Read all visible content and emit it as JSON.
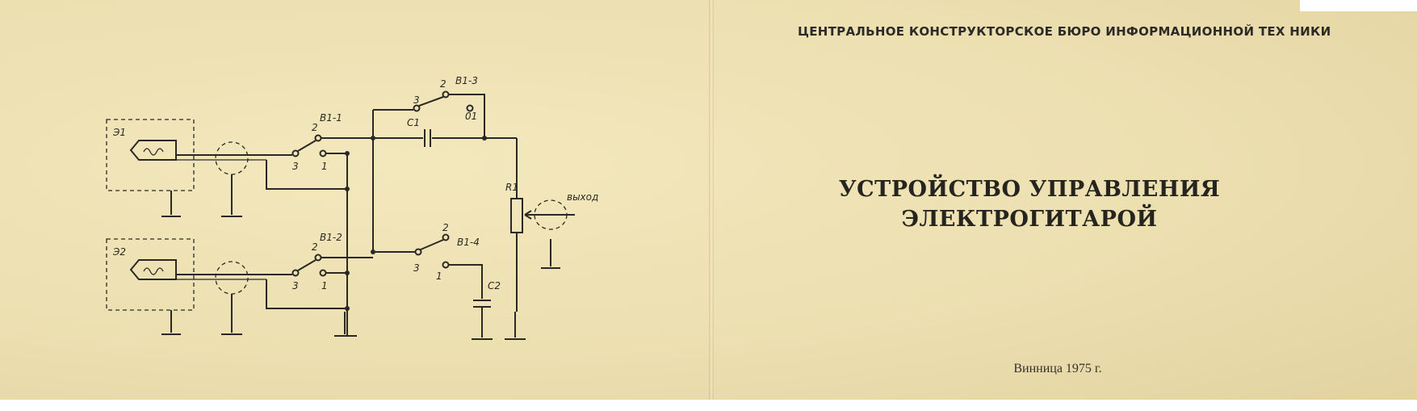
{
  "cover": {
    "org": "ЦЕНТРАЛЬНОЕ КОНСТРУКТОРСКОЕ БЮРО ИНФОРМАЦИОННОЙ ТЕХ НИКИ",
    "title_line1": "УСТРОЙСТВО УПРАВЛЕНИЯ",
    "title_line2": "ЭЛЕКТРОГИТАРОЙ",
    "imprint": "Винница 1975 г."
  },
  "schematic": {
    "labels": {
      "e1": "Э1",
      "e2": "Э2",
      "b1_1": "В1-1",
      "b1_2": "В1-2",
      "b1_3": "В1-3",
      "b1_4": "В1-4",
      "c1": "С1",
      "c2": "С2",
      "r1": "R1",
      "out": "выход",
      "pin1": "1",
      "pin2": "2",
      "pin3": "3",
      "pin01": "01"
    }
  }
}
